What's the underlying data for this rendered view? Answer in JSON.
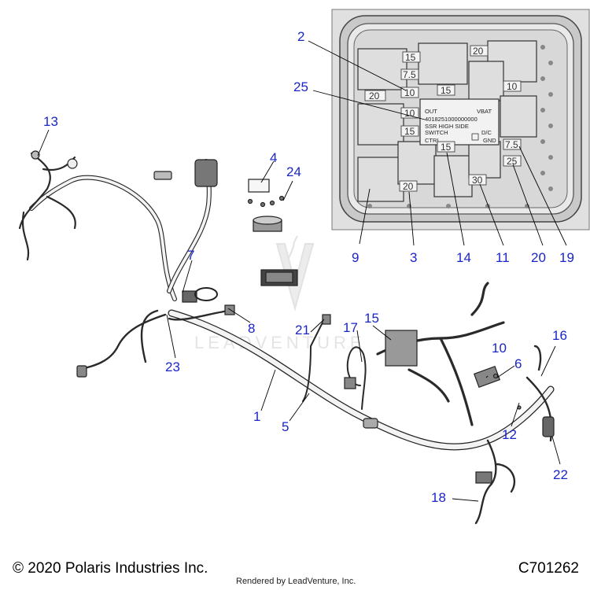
{
  "callouts": [
    {
      "id": "c1",
      "label": "1"
    },
    {
      "id": "c2",
      "label": "2"
    },
    {
      "id": "c3",
      "label": "3"
    },
    {
      "id": "c4",
      "label": "4"
    },
    {
      "id": "c5",
      "label": "5"
    },
    {
      "id": "c6",
      "label": "6"
    },
    {
      "id": "c7",
      "label": "7"
    },
    {
      "id": "c8",
      "label": "8"
    },
    {
      "id": "c9",
      "label": "9"
    },
    {
      "id": "c10",
      "label": "10"
    },
    {
      "id": "c11",
      "label": "11"
    },
    {
      "id": "c12",
      "label": "12"
    },
    {
      "id": "c13",
      "label": "13"
    },
    {
      "id": "c14",
      "label": "14"
    },
    {
      "id": "c15",
      "label": "15"
    },
    {
      "id": "c16",
      "label": "16"
    },
    {
      "id": "c17",
      "label": "17"
    },
    {
      "id": "c18",
      "label": "18"
    },
    {
      "id": "c19",
      "label": "19"
    },
    {
      "id": "c20",
      "label": "20"
    },
    {
      "id": "c21",
      "label": "21"
    },
    {
      "id": "c22",
      "label": "22"
    },
    {
      "id": "c23",
      "label": "23"
    },
    {
      "id": "c24",
      "label": "24"
    },
    {
      "id": "c25",
      "label": "25"
    }
  ],
  "fuse_box": {
    "fuse_labels": [
      {
        "id": "f1",
        "text": "15"
      },
      {
        "id": "f2",
        "text": "7.5"
      },
      {
        "id": "f3",
        "text": "10"
      },
      {
        "id": "f4",
        "text": "20"
      },
      {
        "id": "f5",
        "text": "15"
      },
      {
        "id": "f6",
        "text": "20"
      },
      {
        "id": "f7",
        "text": "10"
      },
      {
        "id": "f8",
        "text": "10"
      },
      {
        "id": "f9",
        "text": "15"
      },
      {
        "id": "f10",
        "text": "15"
      },
      {
        "id": "f11",
        "text": "7.5"
      },
      {
        "id": "f12",
        "text": "25"
      },
      {
        "id": "f13",
        "text": "20"
      },
      {
        "id": "f14",
        "text": "30"
      }
    ],
    "ssr": {
      "out": "OUT",
      "vbat": "VBAT",
      "part_number": "4018251000000000",
      "line1": "SSR HIGH SIDE",
      "line2": "SWITCH",
      "dc": "D/C",
      "ctrl": "CTRL",
      "gnd": "GND"
    }
  },
  "watermark": "LEADVENTURE",
  "footer": {
    "copyright": "© 2020 Polaris Industries Inc.",
    "drawing_id": "C701262",
    "rendered_by": "Rendered by LeadVenture, Inc."
  }
}
